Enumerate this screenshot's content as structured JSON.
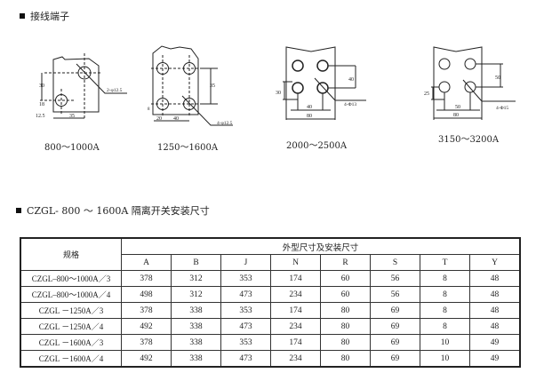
{
  "section1": {
    "title": "接线端子"
  },
  "diagrams": [
    {
      "caption": "800～1000A",
      "labels": [
        "30",
        "18",
        "12.5",
        "35",
        "2-φ12.5"
      ]
    },
    {
      "caption": "1250～1600A",
      "labels": [
        "35",
        "20",
        "40",
        "4-φ12.5",
        "8"
      ]
    },
    {
      "caption": "2000～2500A",
      "labels": [
        "40",
        "30",
        "40",
        "80",
        "4-Φ13"
      ]
    },
    {
      "caption": "3150～3200A",
      "labels": [
        "50",
        "25",
        "50",
        "80",
        "4-Φ15"
      ]
    }
  ],
  "section2": {
    "title": "CZGL- 800 ～ 1600A 隔离开关安装尺寸"
  },
  "table": {
    "spec_header": "规格",
    "group_header": "外型尺寸及安装尺寸",
    "columns": [
      "A",
      "B",
      "J",
      "N",
      "R",
      "S",
      "T",
      "Y"
    ],
    "rows": [
      {
        "spec": "CZGL–800～1000A／3",
        "values": [
          "378",
          "312",
          "353",
          "174",
          "60",
          "56",
          "8",
          "48"
        ]
      },
      {
        "spec": "CZGL–800～1000A／4",
        "values": [
          "498",
          "312",
          "473",
          "234",
          "60",
          "56",
          "8",
          "48"
        ]
      },
      {
        "spec": "CZGL －1250A／3",
        "values": [
          "378",
          "338",
          "353",
          "174",
          "80",
          "69",
          "8",
          "48"
        ]
      },
      {
        "spec": "CZGL －1250A／4",
        "values": [
          "492",
          "338",
          "473",
          "234",
          "80",
          "69",
          "8",
          "48"
        ]
      },
      {
        "spec": "CZGL －1600A／3",
        "values": [
          "378",
          "338",
          "353",
          "174",
          "80",
          "69",
          "10",
          "49"
        ]
      },
      {
        "spec": "CZGL －1600A／4",
        "values": [
          "492",
          "338",
          "473",
          "234",
          "80",
          "69",
          "10",
          "49"
        ]
      }
    ]
  }
}
